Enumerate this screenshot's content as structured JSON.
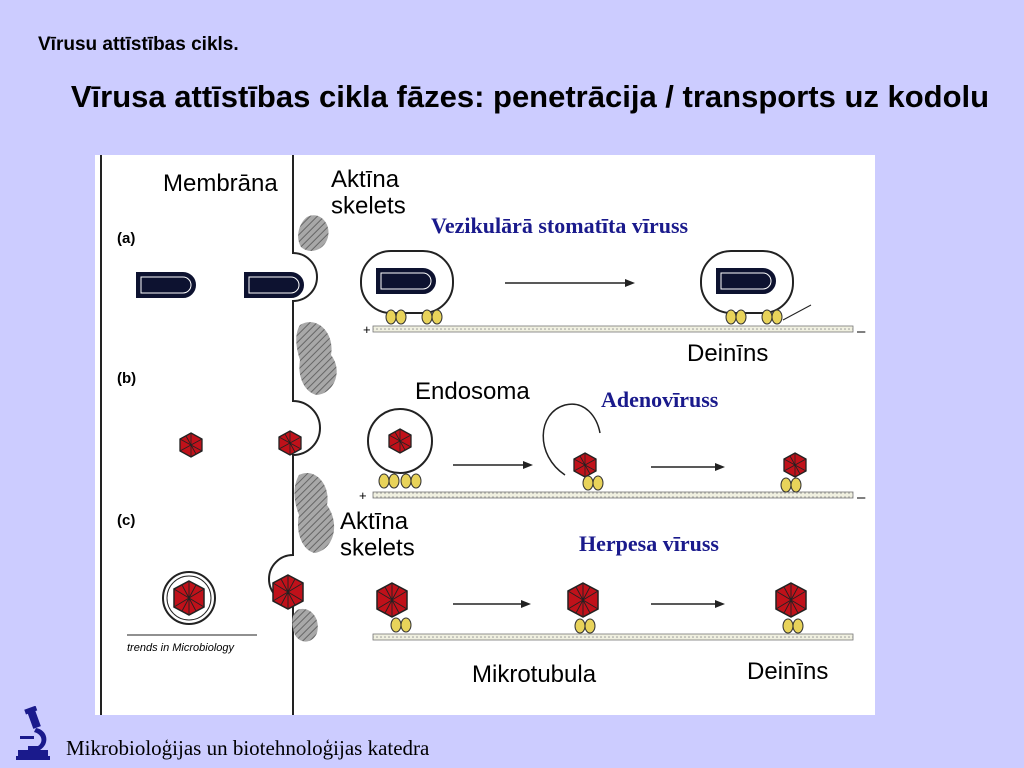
{
  "slide": {
    "header": "Vīrusu attīstības cikls.",
    "title": "Vīrusa attīstības cikla fāzes: penetrācija / transports uz kodolu",
    "footer": "Mikrobioloģijas un biotehnoloģijas katedra"
  },
  "figure": {
    "labels": {
      "membrane": "Membrāna",
      "actin_top": "Aktīna\nskelets",
      "panel_a": "(a)",
      "panel_b": "(b)",
      "panel_c": "(c)",
      "vsv": "Vezikulārā stomatīta vīruss",
      "dynein_top": "Deinīns",
      "endosome": "Endosoma",
      "adenovirus": "Adenovīruss",
      "actin_bottom": "Aktīna\nskelets",
      "herpes": "Herpesa vīruss",
      "microtubule": "Mikrotubula",
      "dynein_bottom": "Deinīns",
      "credit": "trends in Microbiology",
      "plus": "+",
      "minus": "–"
    }
  },
  "colors": {
    "background": "#ccccff",
    "virus_red": "#c0111a",
    "capsid_dark": "#0d1230",
    "motor_yellow": "#e8d35a",
    "actin_gray": "#8c8c8c",
    "label_blue": "#1a1a8c"
  },
  "icons": {
    "logo": "microscope-logo-icon"
  }
}
